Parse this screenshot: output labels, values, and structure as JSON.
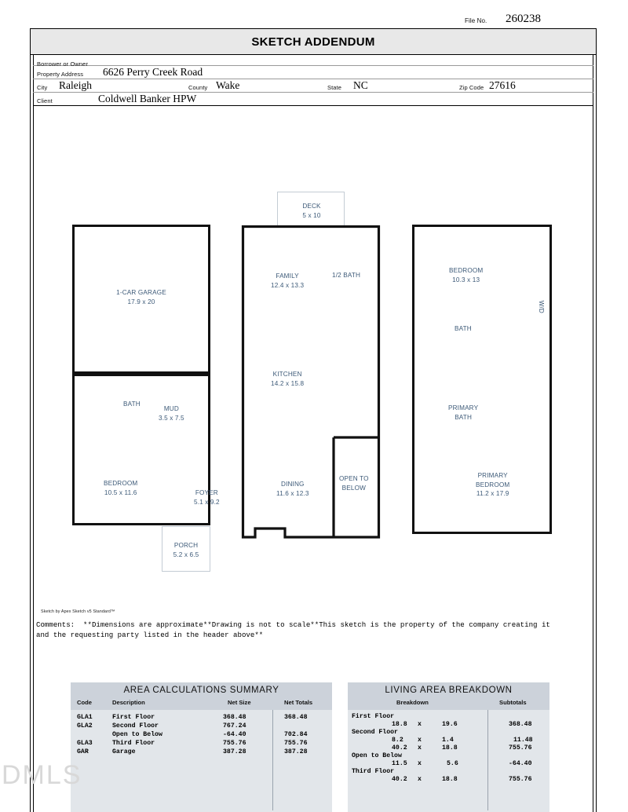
{
  "file": {
    "label": "File No.",
    "value": "260238"
  },
  "title": "SKETCH ADDENDUM",
  "header": {
    "borrower_label": "Borrower or Owner",
    "borrower_value": "",
    "address_label": "Property Address",
    "address_value": "6626 Perry Creek Road",
    "city_label": "City",
    "city_value": "Raleigh",
    "county_label": "County",
    "county_value": "Wake",
    "state_label": "State",
    "state_value": "NC",
    "zip_label": "Zip Code",
    "zip_value": "27616",
    "client_label": "Client",
    "client_value": "Coldwell Banker HPW"
  },
  "sketch": {
    "deck": {
      "name": "DECK",
      "dims": "5 x 10"
    },
    "garage": {
      "name": "1-CAR GARAGE",
      "dims": "17.9 x 20"
    },
    "bath1": {
      "name": "BATH",
      "dims": ""
    },
    "mud": {
      "name": "MUD",
      "dims": "3.5 x 7.5"
    },
    "bedroom1": {
      "name": "BEDROOM",
      "dims": "10.5 x 11.6"
    },
    "foyer": {
      "name": "FOYER",
      "dims": "5.1 x 9.2"
    },
    "porch": {
      "name": "PORCH",
      "dims": "5.2 x 6.5"
    },
    "family": {
      "name": "FAMILY",
      "dims": "12.4 x 13.3"
    },
    "halfbath": {
      "name": "1/2 BATH",
      "dims": ""
    },
    "kitchen": {
      "name": "KITCHEN",
      "dims": "14.2 x 15.8"
    },
    "dining": {
      "name": "DINING",
      "dims": "11.6 x 12.3"
    },
    "open_below": {
      "name": "OPEN TO",
      "dims": "BELOW"
    },
    "bedroom2": {
      "name": "BEDROOM",
      "dims": "10.3 x 13"
    },
    "wd": {
      "name": "W/D",
      "dims": ""
    },
    "bath2": {
      "name": "BATH",
      "dims": ""
    },
    "primary_bath": {
      "name": "PRIMARY",
      "dims": "BATH"
    },
    "primary_bedroom": {
      "name": "PRIMARY",
      "dims": "BEDROOM",
      "dims2": "11.2 x 17.9"
    }
  },
  "apex_credit": "Sketch by Apex Sketch v5 Standard™",
  "comments": {
    "label": "Comments:",
    "line1": "**Dimensions are approximate**Drawing is not to scale**This sketch is the property of the company creating it",
    "line2": "and the requesting party listed in the header above**"
  },
  "area_summary": {
    "title": "AREA  CALCULATIONS  SUMMARY",
    "columns": [
      "Code",
      "Description",
      "Net Size",
      "Net Totals"
    ],
    "rows": [
      {
        "code": "GLA1",
        "description": "First Floor",
        "net_size": "368.48",
        "net_totals": "368.48"
      },
      {
        "code": "GLA2",
        "description": "Second Floor",
        "net_size": "767.24",
        "net_totals": ""
      },
      {
        "code": "",
        "description": "Open to Below",
        "net_size": "-64.40",
        "net_totals": "702.84"
      },
      {
        "code": "GLA3",
        "description": "Third Floor",
        "net_size": "755.76",
        "net_totals": "755.76"
      },
      {
        "code": "GAR",
        "description": "Garage",
        "net_size": "387.28",
        "net_totals": "387.28"
      }
    ]
  },
  "living_breakdown": {
    "title": "LIVING  AREA  BREAKDOWN",
    "columns": [
      "Breakdown",
      "Subtotals"
    ],
    "rows": [
      {
        "group": "First Floor",
        "w": "",
        "op": "",
        "h": "",
        "subtotal": ""
      },
      {
        "group": "",
        "w": "18.8",
        "op": "x",
        "h": "19.6",
        "subtotal": "368.48"
      },
      {
        "group": "Second Floor",
        "w": "",
        "op": "",
        "h": "",
        "subtotal": ""
      },
      {
        "group": "",
        "w": "8.2",
        "op": "x",
        "h": "1.4",
        "subtotal": "11.48"
      },
      {
        "group": "",
        "w": "40.2",
        "op": "x",
        "h": "18.8",
        "subtotal": "755.76"
      },
      {
        "group": "Open to Below",
        "w": "",
        "op": "",
        "h": "",
        "subtotal": ""
      },
      {
        "group": "",
        "w": "11.5",
        "op": "x",
        "h": "5.6",
        "subtotal": "-64.40"
      },
      {
        "group": "Third Floor",
        "w": "",
        "op": "",
        "h": "",
        "subtotal": ""
      },
      {
        "group": "",
        "w": "40.2",
        "op": "x",
        "h": "18.8",
        "subtotal": "755.76"
      }
    ]
  },
  "watermark": "DMLS"
}
